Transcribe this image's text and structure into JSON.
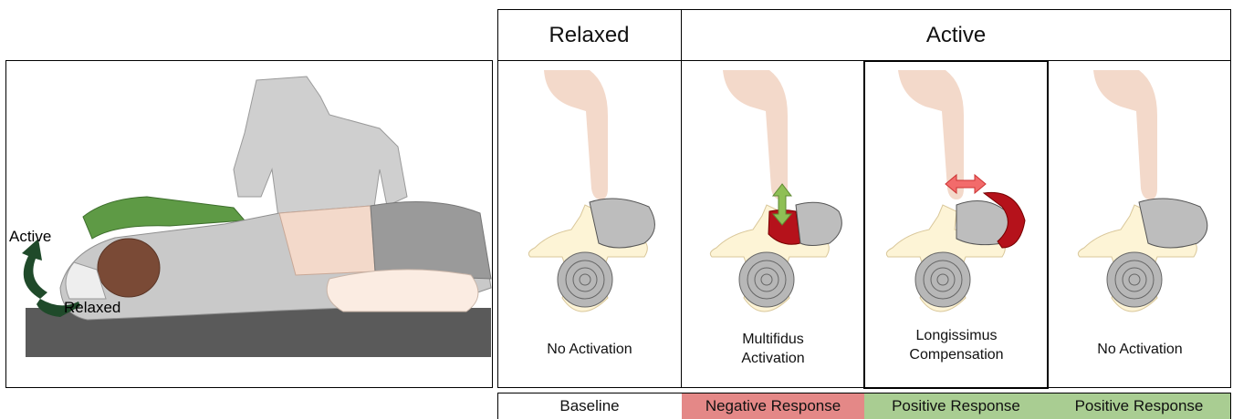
{
  "headers": {
    "relaxed": "Relaxed",
    "active": "Active"
  },
  "panels": [
    {
      "caption": "No Activation",
      "response": "Baseline",
      "response_color": "#ffffff"
    },
    {
      "caption": "Multifidus\nActivation",
      "response": "Negative Response",
      "response_color": "#e48887"
    },
    {
      "caption": "Longissimus\nCompensation",
      "response": "Positive Response",
      "response_color": "#a9cd92"
    },
    {
      "caption": "No Activation",
      "response": "Positive Response",
      "response_color": "#a9cd92"
    }
  ],
  "illustration": {
    "active_label": "Active",
    "relaxed_label": "Relaxed"
  },
  "colors": {
    "finger": "#f3d9ca",
    "vertebra": "#fdf4d6",
    "disc": "#b7b7b7",
    "muscle_red": "#b5121b",
    "arrow_green": "#8fbf55",
    "arrow_red": "#f26b6b",
    "arm_green": "#5e9a45",
    "rotation_arrow": "#1f4a2a"
  }
}
